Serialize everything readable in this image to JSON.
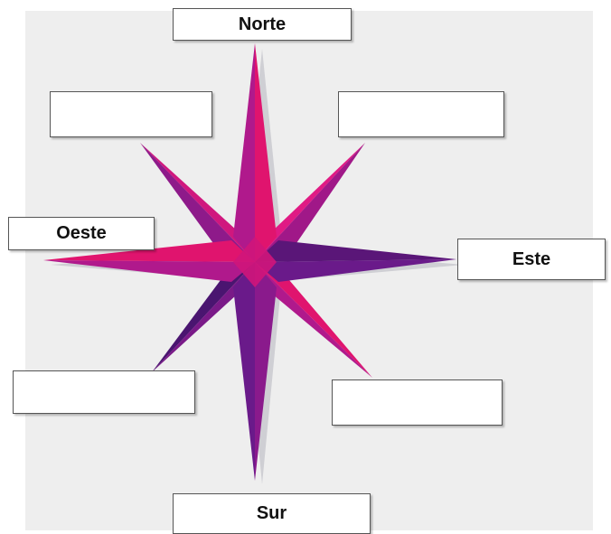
{
  "labels": {
    "north": "Norte",
    "south": "Sur",
    "east": "Este",
    "west": "Oeste",
    "northeast": "",
    "northwest": "",
    "southeast": "",
    "southwest": ""
  },
  "colors": {
    "background_panel": "#eeeeee",
    "pink": "#e0146e",
    "magenta": "#b0198c",
    "purple": "#6a1a8a",
    "dark_purple": "#4a1570"
  }
}
